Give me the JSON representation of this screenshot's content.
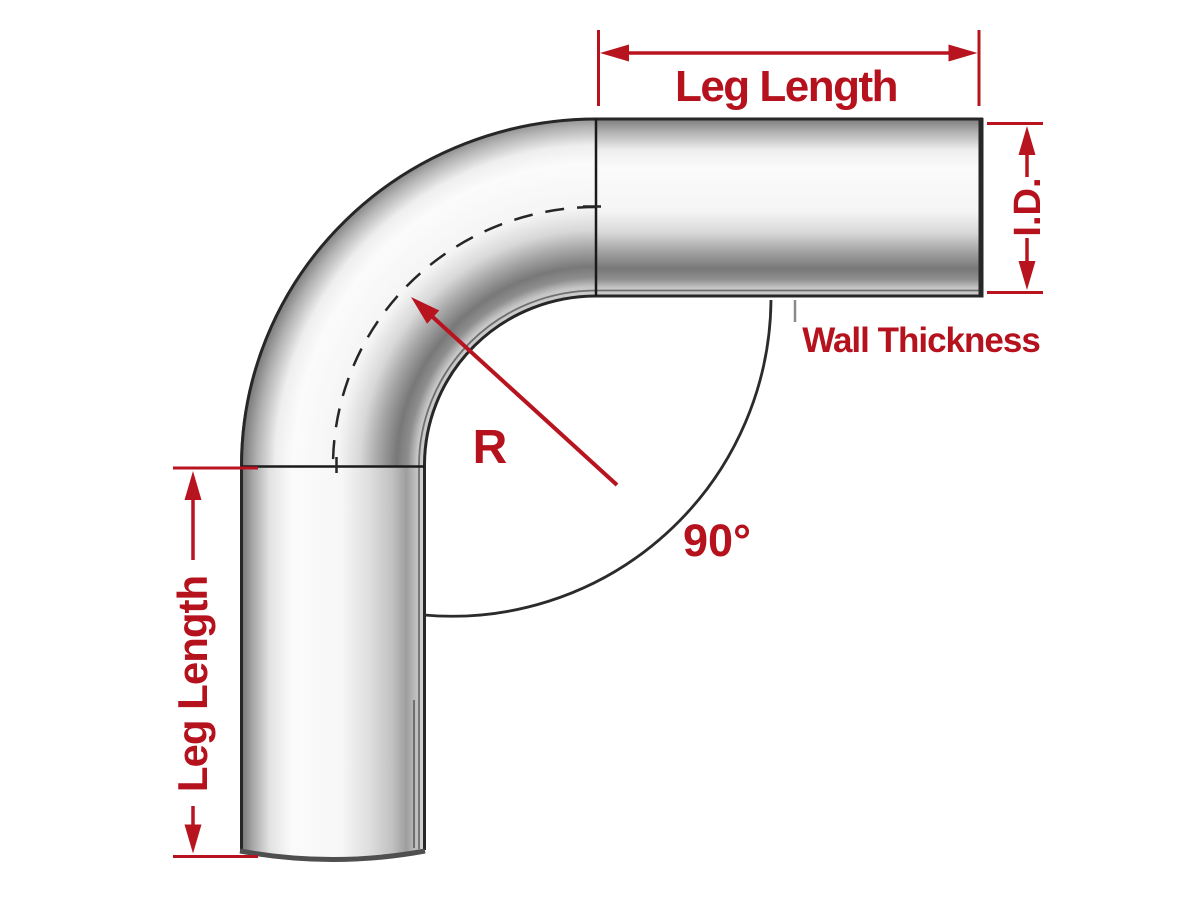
{
  "labels": {
    "leg_length_top": "Leg Length",
    "inner_diameter": "I.D.",
    "wall_thickness": "Wall Thickness",
    "radius": "R",
    "angle": "90°",
    "leg_length_left": "Leg Length"
  },
  "colors": {
    "dimension_red": "#b8141f",
    "pipe_edge_dark": "#272727",
    "background": "#ffffff"
  }
}
